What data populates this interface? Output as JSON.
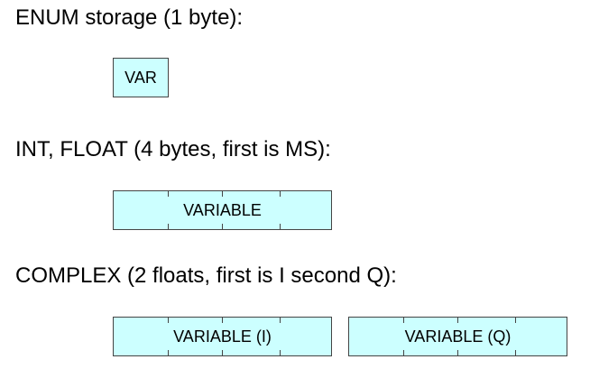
{
  "sections": [
    {
      "heading": "ENUM storage (1 byte):",
      "fields": [
        "VAR"
      ]
    },
    {
      "heading": "INT, FLOAT (4 bytes, first is MS):",
      "fields": [
        "VARIABLE"
      ]
    },
    {
      "heading": "COMPLEX (2 floats, first is I second Q):",
      "fields": [
        "VARIABLE (I)",
        "VARIABLE (Q)"
      ]
    }
  ],
  "colors": {
    "cell_fill": "#ccffff",
    "cell_border": "#444444"
  }
}
